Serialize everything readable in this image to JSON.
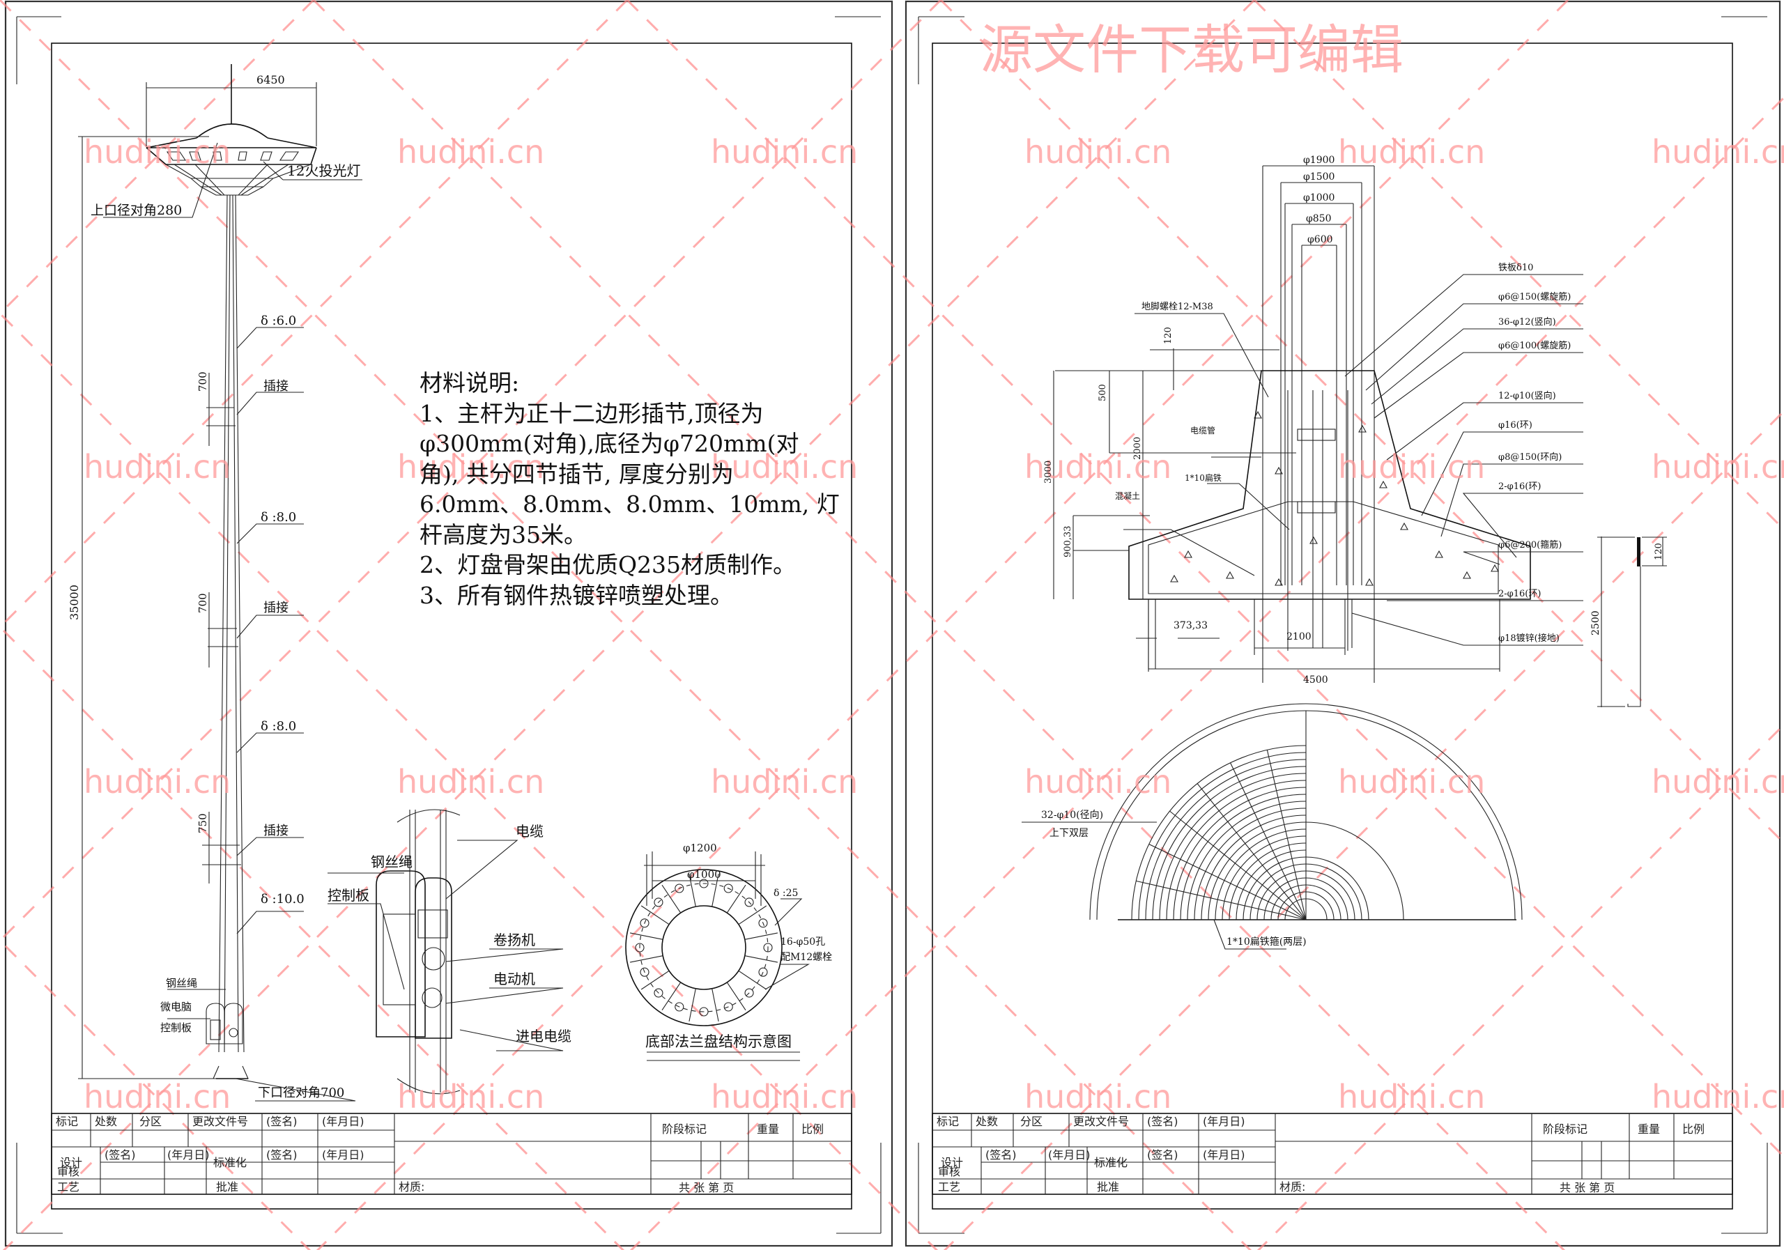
{
  "watermark": {
    "site_label": "hudini.cn",
    "editable_banner": "源文件下载可编辑",
    "color": "#ff9a9a"
  },
  "left_sheet": {
    "pole_elevation": {
      "lamp_width": "6450",
      "floodlight_label": "12火投光灯",
      "top_diameter_label": "上口径对角280",
      "total_height": "35000",
      "bottom_diameter_label": "下口径对角700",
      "sections": [
        {
          "thickness": "δ :6.0"
        },
        {
          "thickness": "δ :8.0"
        },
        {
          "thickness": "δ :8.0"
        },
        {
          "thickness": "δ :10.0"
        }
      ],
      "joints": [
        {
          "label": "插接",
          "overlap": "700"
        },
        {
          "label": "插接",
          "overlap": "700"
        },
        {
          "label": "插接",
          "overlap": "750"
        }
      ],
      "base_labels": {
        "wire_rope": "钢丝绳",
        "controller_line1": "微电脑",
        "controller_line2": "控制板"
      }
    },
    "material_notes": {
      "title": "材料说明:",
      "lines": [
        "1、主杆为正十二边形插节,顶径为",
        "φ300mm(对角),底径为φ720mm(对",
        "角), 共分四节插节, 厚度分别为",
        "6.0mm、8.0mm、8.0mm、10mm, 灯",
        "杆高度为35米。",
        "2、灯盘骨架由优质Q235材质制作。",
        "3、所有钢件热镀锌喷塑处理。"
      ]
    },
    "winch_detail": {
      "cable": "电缆",
      "wire_rope": "钢丝绳",
      "control_board": "控制板",
      "winch": "卷扬机",
      "motor": "电动机",
      "incoming_cable": "进电电缆"
    },
    "flange_detail": {
      "outer_diameter": "φ1200",
      "bolt_circle": "φ1000",
      "thickness": "δ :25",
      "holes_line1": "16-φ50孔",
      "holes_line2": "配M12螺栓",
      "caption": "底部法兰盘结构示意图"
    }
  },
  "right_sheet": {
    "foundation_section": {
      "diameters": [
        "φ1900",
        "φ1500",
        "φ1000",
        "φ850",
        "φ600"
      ],
      "anchor_bolt": "地脚螺栓12-M38",
      "dim_120": "120",
      "dim_500": "500",
      "dim_2000": "2000",
      "dim_3000": "3000",
      "dim_900": "900,33",
      "dim_373": "373,33",
      "dim_2100": "2100",
      "dim_4500": "4500",
      "cable_pipe": "电缆管",
      "flat_iron": "1*10扁铁",
      "concrete": "混凝土",
      "rebar_labels": [
        "铁板δ10",
        "φ6@150(螺旋筋)",
        "36-φ12(竖向)",
        "φ6@100(螺旋筋)",
        "12-φ10(竖向)",
        "φ16(环)",
        "φ8@150(环向)",
        "2-φ16(环)",
        "φ6@200(箍筋)",
        "2-φ16(环)",
        "φ18镀锌(接地)"
      ]
    },
    "beam_detail": {
      "length": "2500",
      "tip": "120"
    },
    "plan_detail": {
      "radial_bars_line1": "32-φ10(径向)",
      "radial_bars_line2": "上下双层",
      "hoop_label": "1*10扁铁箍(两层)"
    }
  },
  "title_block": {
    "row1": [
      "标记",
      "处数",
      "分区",
      "更改文件号",
      "(签名)",
      "(年月日)"
    ],
    "design": "设计",
    "sign": "(签名)",
    "date": "(年月日)",
    "standardize": "标准化",
    "review": "审核",
    "process": "工艺",
    "approve": "批准",
    "material": "材质:",
    "stage": "阶段标记",
    "weight": "重量",
    "scale": "比例",
    "pages": "共  张  第  页"
  }
}
